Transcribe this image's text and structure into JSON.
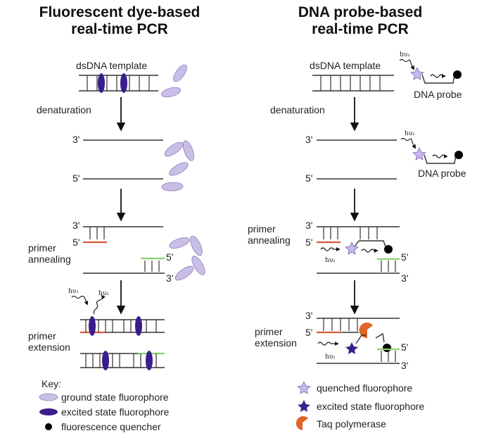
{
  "left": {
    "title": "Fluorescent dye-based\nreal-time PCR",
    "dsdna_label": "dsDNA template",
    "denaturation_label": "denaturation",
    "prime3": "3'",
    "prime5": "5'",
    "primer_annealing_label_1": "primer",
    "primer_annealing_label_2": "annealing",
    "primer_extension_label_1": "primer",
    "primer_extension_label_2": "extension",
    "hv1": "hυ₁",
    "hv2": "hυ₂",
    "key_title": "Key:",
    "key_items": [
      "ground state fluorophore",
      "excited state fluorophore",
      "fluorescence quencher"
    ]
  },
  "right": {
    "title": "DNA probe-based\nreal-time PCR",
    "dsdna_label": "dsDNA template",
    "dna_probe_label": "DNA probe",
    "denaturation_label": "denaturation",
    "prime3": "3'",
    "prime5": "5'",
    "primer_annealing_label_1": "primer",
    "primer_annealing_label_2": "annealing",
    "primer_extension_label_1": "primer",
    "primer_extension_label_2": "extension",
    "hv1": "hυ₁",
    "key_items": [
      "quenched fluorophore",
      "excited state fluorophore",
      "Taq polymerase"
    ]
  },
  "colors": {
    "ground_fluorophore": "#c9bfe6",
    "ground_fluorophore_stroke": "#8c7cc0",
    "excited_fluorophore": "#3a1e8c",
    "quencher": "#000000",
    "primer_red": "#d65a3a",
    "primer_green": "#8cd06a",
    "taq_polymerase": "#e0652a",
    "quenched_star": "#c8b8ec"
  }
}
